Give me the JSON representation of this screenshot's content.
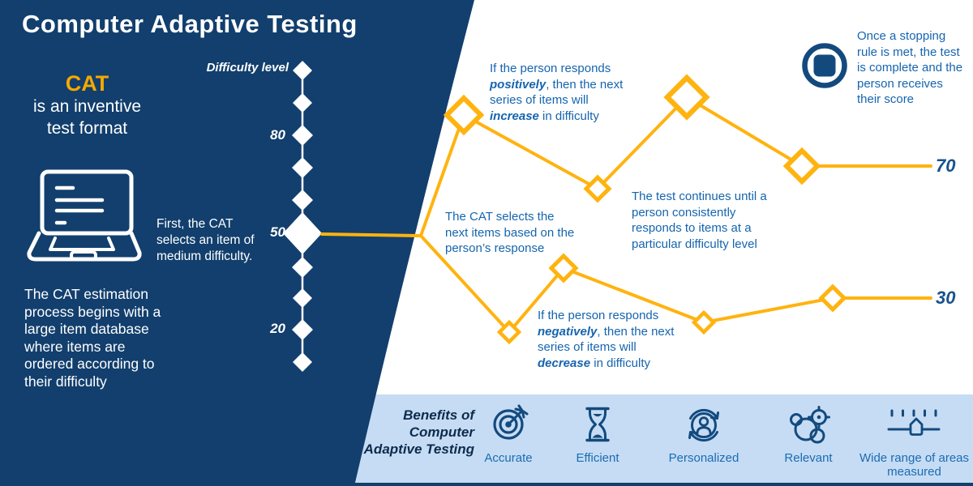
{
  "colors": {
    "panel_navy": "#123F6D",
    "icon_navy": "#134A7E",
    "gold": "#FFB30F",
    "cat_orange": "#F5A800",
    "note_blue": "#1565AE",
    "value_blue": "#17528F",
    "bar_bg": "#C6DCF4",
    "benefits_title": "#0E2B4D",
    "benefit_label": "#1B6CB3",
    "white": "#FFFFFF"
  },
  "header": {
    "title": "Computer Adaptive Testing"
  },
  "intro": {
    "acronym": "CAT",
    "line1": "is an inventive",
    "line2": "test format"
  },
  "left_paragraph": "The CAT estimation process begins with a large item database where items are ordered according to their difficulty",
  "scale": {
    "label": "Difficulty level",
    "tick_top": "80",
    "tick_mid": "50",
    "tick_bottom": "20"
  },
  "annotations": {
    "first_step": "First, the CAT selects an item of medium difficulty.",
    "positive": {
      "pre": "If the person responds ",
      "em1": "positively",
      "mid": ", then the next series of items will ",
      "em2": "increase",
      "post": " in difficulty"
    },
    "selects": "The CAT selects the next items based on the person’s response",
    "continues": "The test continues until a person consistently responds to items at a particular difficulty level",
    "negative": {
      "pre": "If the person responds ",
      "em1": "negatively",
      "mid": ", then the next series of items will ",
      "em2": "decrease",
      "post": " in difficulty"
    },
    "stopping": "Once a stopping rule is met, the test is complete and the person receives their score"
  },
  "end_labels": {
    "upper": "70",
    "lower": "30"
  },
  "benefits": {
    "title_lines": [
      "Benefits of",
      "Computer",
      "Adaptive Testing"
    ],
    "items": [
      {
        "label": "Accurate",
        "icon": "target-icon"
      },
      {
        "label": "Efficient",
        "icon": "hourglass-icon"
      },
      {
        "label": "Personalized",
        "icon": "person-cycle-icon"
      },
      {
        "label": "Relevant",
        "icon": "cluster-target-icon"
      },
      {
        "label": "Wide range of areas measured",
        "icon": "range-slider-icon"
      }
    ]
  },
  "chart_data": {
    "type": "line",
    "title": "Adaptive item difficulty paths",
    "ylabel": "Difficulty level",
    "ylim": [
      10,
      100
    ],
    "scale_ticks_labeled": [
      80,
      50,
      20
    ],
    "scale_points": [
      100,
      90,
      80,
      70,
      60,
      50,
      40,
      30,
      20,
      10
    ],
    "start_value": 50,
    "series": [
      {
        "name": "positive-responses-path",
        "values": [
          50,
          86,
          64,
          92,
          70
        ],
        "end_label": 70
      },
      {
        "name": "negative-responses-path",
        "values": [
          50,
          20,
          39,
          23,
          30
        ],
        "end_label": 30
      }
    ],
    "legend_position": "none",
    "grid": false
  }
}
